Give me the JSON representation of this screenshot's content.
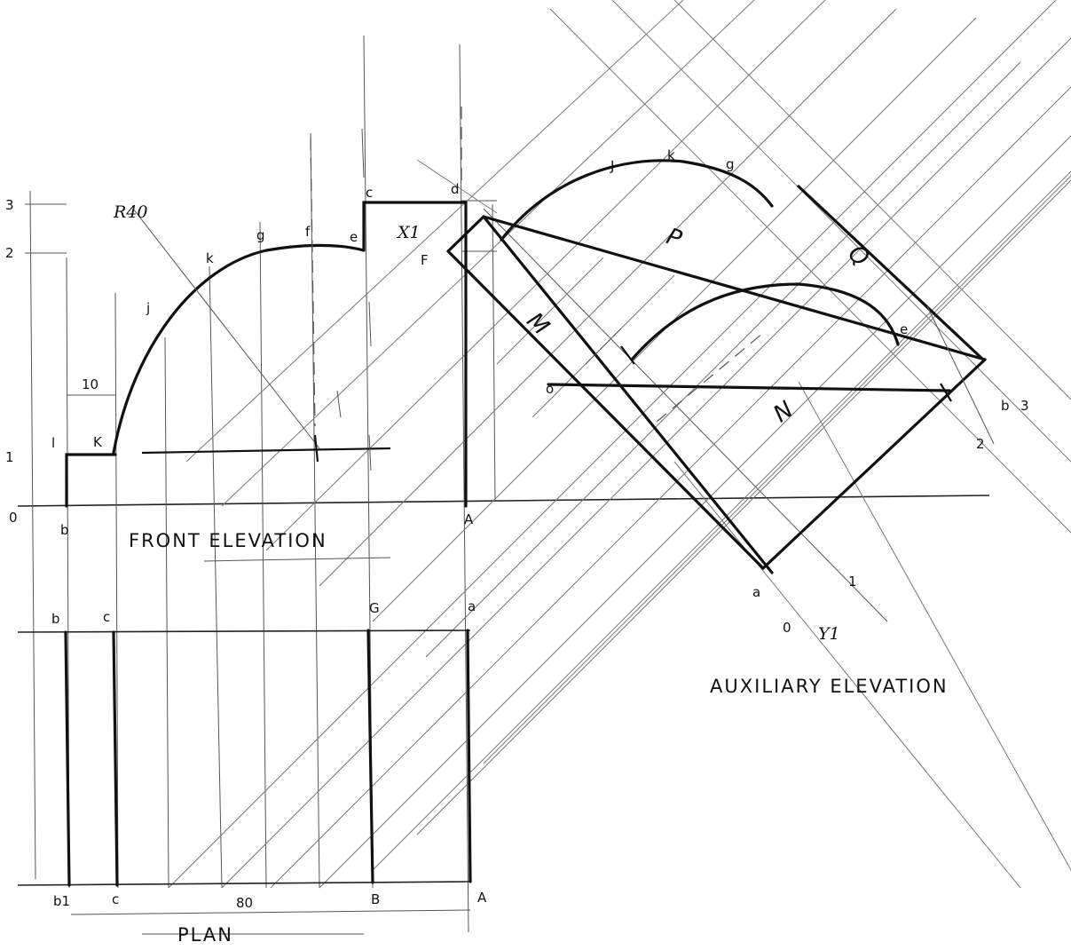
{
  "titles": {
    "front": "FRONT ELEVATION",
    "plan": "PLAN",
    "auxiliary": "AUXILIARY ELEVATION"
  },
  "dimensions": {
    "radius": "R40",
    "width_10": "10",
    "length_80": "80"
  },
  "level_marks": [
    "0",
    "1",
    "2",
    "3"
  ],
  "front_points": {
    "a": "A",
    "b": "b",
    "c": "c",
    "d": "d",
    "e": "e",
    "f": "f",
    "g": "g",
    "j": "j",
    "k_arc": "k",
    "k_base": "K",
    "l": "l"
  },
  "plan_points": {
    "top_b": "b",
    "top_c": "c",
    "top_g": "G",
    "top_a": "a",
    "bot_b": "b1",
    "bot_c": "c",
    "bot_B": "B",
    "bot_A": "A"
  },
  "aux_points": {
    "x1": "X1",
    "y1": "Y1",
    "f": "F",
    "o": "o",
    "j": "J",
    "k": "k",
    "g": "g",
    "e": "e",
    "a": "a",
    "b": "b",
    "one": "1",
    "two": "2",
    "three": "3",
    "zero": "0"
  },
  "faces": {
    "m": "M",
    "n": "N",
    "p": "P",
    "q": "Q"
  }
}
